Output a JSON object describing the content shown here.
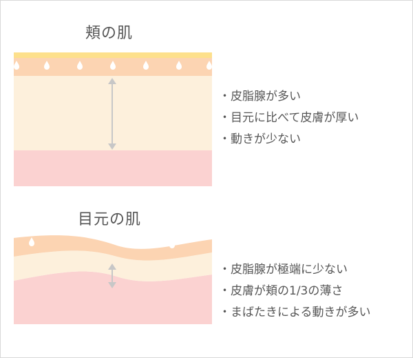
{
  "cheek": {
    "title": "頬の肌",
    "points": [
      "・皮脂腺が多い",
      "・目元に比べて皮膚が厚い",
      "・動きが少ない"
    ]
  },
  "eye": {
    "title": "目元の肌",
    "points": [
      "・皮脂腺が極端に少ない",
      "・皮膚が頬の1/3の薄さ",
      "・まばたきによる動きが多い"
    ]
  },
  "colors": {
    "sebum": "#fde08c",
    "epidermis": "#fcd4b2",
    "dermis": "#fdf0dc",
    "subcutaneous": "#fbd2d1",
    "droplet": "#ffffff",
    "arrow": "#c7c7c7",
    "border": "#d8d8d8"
  }
}
